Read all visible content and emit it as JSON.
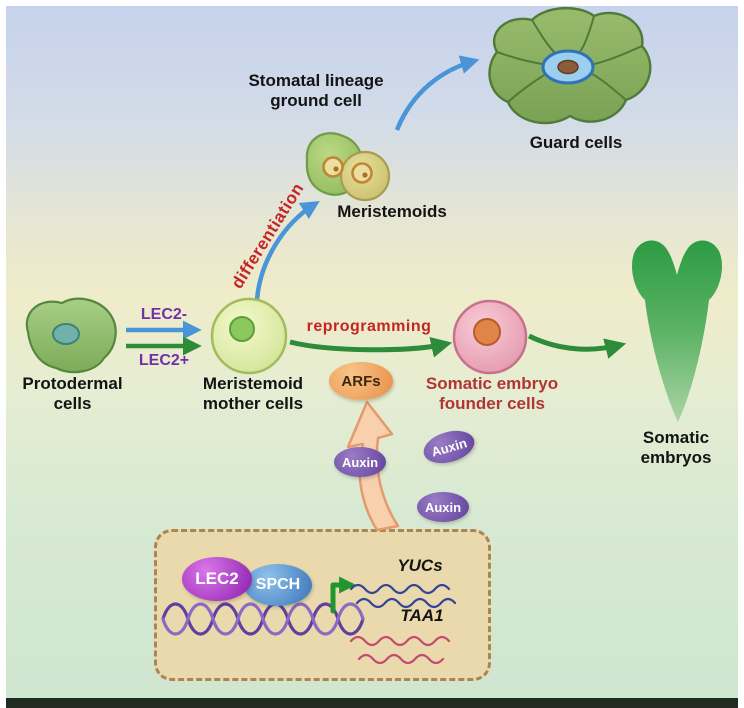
{
  "colors": {
    "background_top": "#c7d2ec",
    "background_middle": "#efecca",
    "background_bottom": "#cfe6cf",
    "blue_arrow": "#4a94d8",
    "green_arrow": "#2e8b3a",
    "purple_text": "#7230a8",
    "red_text": "#c42525",
    "dark_red_text": "#b23535",
    "arfs_fill": "#f2a868",
    "auxin_fill": "#7a58b0",
    "lec2_fill": "#a838c8",
    "spch_fill": "#4f94d4",
    "box_background": "#e9d9ac",
    "box_border": "#a98653"
  },
  "cells": {
    "protodermal": {
      "label_line1": "Protodermal",
      "label_line2": "cells"
    },
    "meristemoid_mother": {
      "label_line1": "Meristemoid",
      "label_line2": "mother cells"
    },
    "meristemoids": {
      "label": "Meristemoids"
    },
    "stomatal_lineage_ground": {
      "label_line1": "Stomatal lineage",
      "label_line2": "ground cell"
    },
    "guard_cells": {
      "label": "Guard cells"
    },
    "somatic_embryo_founder": {
      "label_line1": "Somatic embryo",
      "label_line2": "founder cells"
    },
    "somatic_embryos": {
      "label_line1": "Somatic",
      "label_line2": "embryos"
    }
  },
  "arrows": {
    "lec2_minus": {
      "label": "LEC2-"
    },
    "lec2_plus": {
      "label": "LEC2+"
    },
    "differentiation": {
      "label": "differentiation"
    },
    "reprogramming": {
      "label": "reprogramming"
    }
  },
  "molecules": {
    "arfs": {
      "label": "ARFs"
    },
    "auxin_left": {
      "label": "Auxin"
    },
    "auxin_right": {
      "label": "Auxin"
    },
    "auxin_bottom": {
      "label": "Auxin"
    }
  },
  "gene_module": {
    "lec2": {
      "label": "LEC2"
    },
    "spch": {
      "label": "SPCH"
    },
    "target_genes": {
      "yucs": "YUCs",
      "taa1": "TAA1"
    }
  }
}
